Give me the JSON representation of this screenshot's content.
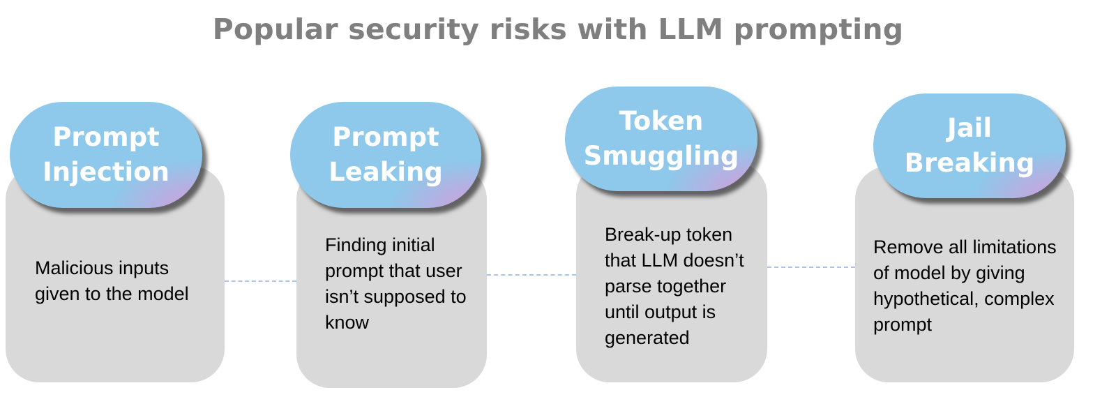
{
  "title": "Popular security risks with LLM prompting",
  "colors": {
    "title": "#7f7f7f",
    "pill": "#8ec8ea",
    "pill_accent": "#d69cda",
    "card": "#d9d9d9",
    "connector": "#a9c4ea"
  },
  "risks": [
    {
      "label": "Prompt\nInjection",
      "description": "Malicious inputs\ngiven to the model"
    },
    {
      "label": "Prompt\nLeaking",
      "description": "Finding initial\nprompt that user\nisn’t supposed to\nknow"
    },
    {
      "label": "Token\nSmuggling",
      "description": "Break-up token\nthat LLM doesn’t\nparse together\nuntil output is\ngenerated"
    },
    {
      "label": "Jail\nBreaking",
      "description": "Remove all limitations\nof model by giving\nhypothetical, complex\nprompt"
    }
  ]
}
